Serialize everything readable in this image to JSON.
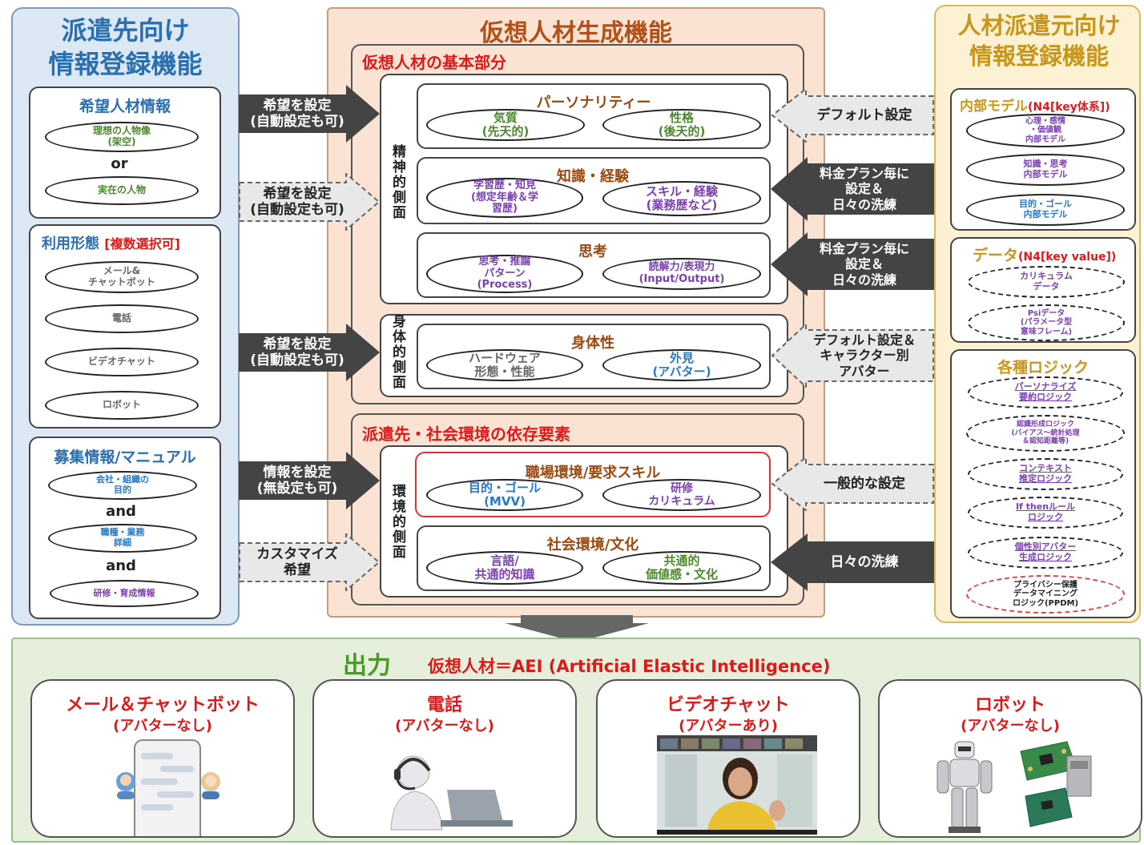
{
  "left": {
    "title": "派遣先向け\n情報登録機能",
    "wish": {
      "title": "希望人材情報",
      "ideal": "理想の人物像\n(架空)",
      "or": "or",
      "real": "実在の人物"
    },
    "usage": {
      "title": "利用形態",
      "multi": "[複数選択可]",
      "items": [
        "メール&\nチャットボット",
        "電話",
        "ビデオチャット",
        "ロボット"
      ]
    },
    "recruit": {
      "title": "募集情報/マニュアル",
      "item1": "会社・組織の\n目的",
      "and1": "and",
      "item2": "職種・業務\n詳細",
      "and2": "and",
      "item3": "研修・育成情報"
    }
  },
  "center": {
    "title": "仮想人材生成機能",
    "basic_title": "仮想人材の基本部分",
    "mental_label": "精神的側面",
    "physical_label": "身体的側面",
    "personality": {
      "title": "パーソナリティー",
      "a": "気質\n(先天的)",
      "b": "性格\n(後天的)"
    },
    "knowledge": {
      "title": "知識・経験",
      "a": "学習歴・知見\n(想定年齢＆学\n習歴)",
      "b": "スキル・経験\n(業務歴など)"
    },
    "thinking": {
      "title": "思考",
      "a": "思考・推論\nパターン\n(Process)",
      "b": "読解力/表現力\n(Input/Output)"
    },
    "body": {
      "title": "身体性",
      "a": "ハードウェア\n形態・性能",
      "b": "外見\n(アバター)"
    },
    "env_title": "派遣先・社会環境の依存要素",
    "env_label": "環境的側面",
    "workplace": {
      "title": "職場環境/要求スキル",
      "a": "目的・ゴール\n(MVV)",
      "b": "研修\nカリキュラム"
    },
    "society": {
      "title": "社会環境/文化",
      "a": "言語/\n共通的知識",
      "b": "共通的\n価値感・文化"
    }
  },
  "arrows_left": [
    "希望を設定\n(自動設定も可)",
    "希望を設定\n(自動設定も可)",
    "希望を設定\n(自動設定も可)",
    "情報を設定\n(無設定も可)",
    "カスタマイズ\n希望"
  ],
  "arrows_right": [
    "デフォルト設定",
    "料金プラン毎に\n設定＆\n日々の洗練",
    "料金プラン毎に\n設定＆\n日々の洗練",
    "デフォルト設定＆\nキャラクター別\nアバター",
    "一般的な設定",
    "日々の洗練"
  ],
  "right": {
    "title": "人材派遣元向け\n情報登録機能",
    "internal": {
      "title": "内部モデル",
      "sub": "(N4[key体系])",
      "items": [
        "心理・感情\n・価値観\n内部モデル",
        "知識・思考\n内部モデル",
        "目的・ゴール\n内部モデル"
      ]
    },
    "data": {
      "title": "データ",
      "sub": "(N4[key value])",
      "items": [
        "カリキュラム\nデータ",
        "Psiデータ\n(パラメータ型\n意味フレーム)"
      ]
    },
    "logic": {
      "title": "各種ロジック",
      "items": [
        "パーソナライズ\n要約ロジック",
        "認識形成ロジック\n(バイアス～統計処理\n＆認知距離等)",
        "コンテキスト\n推定ロジック",
        "If thenルール\nロジック",
        "個性別アバター\n生成ロジック",
        "プライバシー保護\nデータマイニング\nロジック(PPDM)"
      ]
    }
  },
  "output": {
    "label": "出力",
    "subtitle": "仮想人材＝AEI (Artificial Elastic Intelligence)",
    "cards": [
      {
        "title": "メール＆チャットボット",
        "note": "(アバターなし)"
      },
      {
        "title": "電話",
        "note": "(アバターなし)"
      },
      {
        "title": "ビデオチャット",
        "note": "(アバターあり)"
      },
      {
        "title": "ロボット",
        "note": "(アバターなし)"
      }
    ]
  },
  "colors": {
    "left_panel": "#dce9f5",
    "center_panel": "#fbe3d3",
    "right_panel": "#fdf1d3",
    "output_panel": "#e5efdc",
    "title_brown": "#b0501a",
    "title_blue": "#2a6fb0",
    "title_orange": "#c8961a",
    "output_green": "#4a9a2a",
    "red": "#e01818"
  }
}
